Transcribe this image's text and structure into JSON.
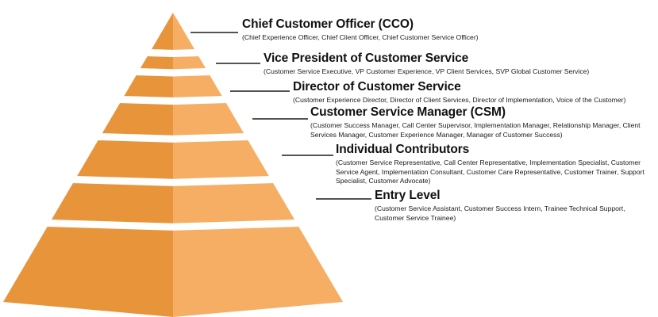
{
  "colors": {
    "left_face": "#E8943B",
    "right_face": "#F5AE63",
    "connector": "#1a1a1a",
    "separator": "#ffffff"
  },
  "levels": [
    {
      "title": "Chief Customer Officer (CCO)",
      "description": "(Chief Experience Officer, Chief Client Officer, Chief Customer Service Officer)"
    },
    {
      "title": "Vice President of Customer Service",
      "description": "(Customer Service Executive, VP Customer Experience, VP Client Services, SVP Global Customer Service)"
    },
    {
      "title": "Director of Customer Service",
      "description": "(Customer Experience Director, Director of Client Services, Director of Implementation, Voice of the Customer)"
    },
    {
      "title": "Customer Service Manager (CSM)",
      "description": "(Customer Success Manager, Call Center Supervisor, Implementation Manager, Relationship Manager, Client Services Manager, Customer Experience Manager, Manager of Customer Success)"
    },
    {
      "title": "Individual Contributors",
      "description": "(Customer Service Representative, Call Center Representative, Implementation Specialist, Customer Service Agent, Implementation Consultant, Customer Care Representative, Customer Trainer, Support Specialist, Customer Advocate)"
    },
    {
      "title": "Entry Level",
      "description": "(Customer Service Assistant, Customer Success Intern, Trainee Technical Support, Customer Service Trainee)"
    }
  ]
}
